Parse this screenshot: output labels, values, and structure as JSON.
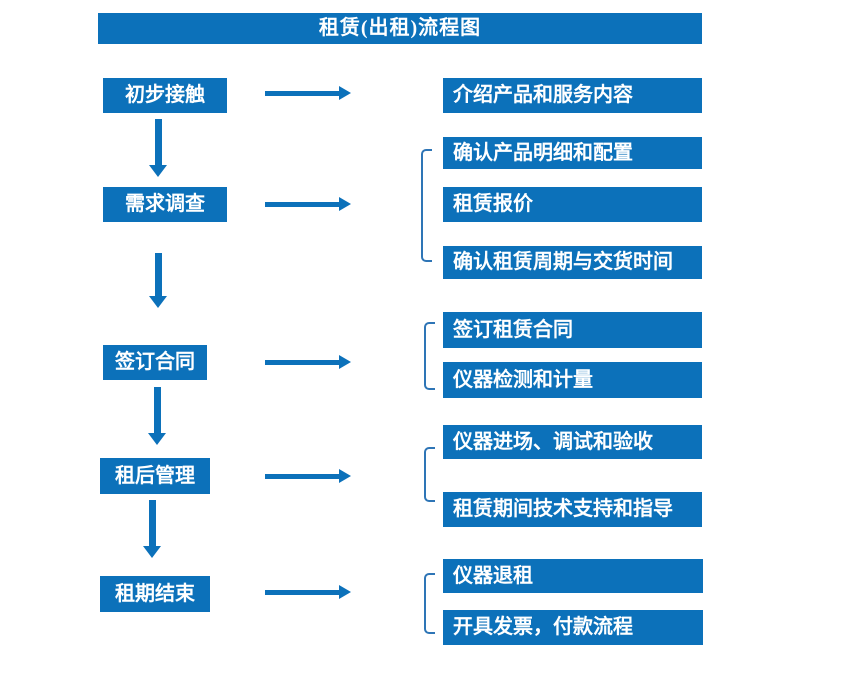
{
  "title": "租赁(出租)流程图",
  "colors": {
    "box_fill": "#0c71ba",
    "arrow": "#0c71ba",
    "bracket": "#2e75b6",
    "box_text": "#ffffff",
    "background": "#ffffff"
  },
  "steps": [
    {
      "label": "初步接触",
      "outputs": [
        "介绍产品和服务内容"
      ]
    },
    {
      "label": "需求调查",
      "outputs": [
        "确认产品明细和配置",
        "租赁报价",
        "确认租赁周期与交货时间"
      ]
    },
    {
      "label": "签订合同",
      "outputs": [
        "签订租赁合同",
        "仪器检测和计量"
      ]
    },
    {
      "label": "租后管理",
      "outputs": [
        "仪器进场、调试和验收",
        "租赁期间技术支持和指导"
      ]
    },
    {
      "label": "租期结束",
      "outputs": [
        "仪器退租",
        "开具发票，付款流程"
      ]
    }
  ]
}
